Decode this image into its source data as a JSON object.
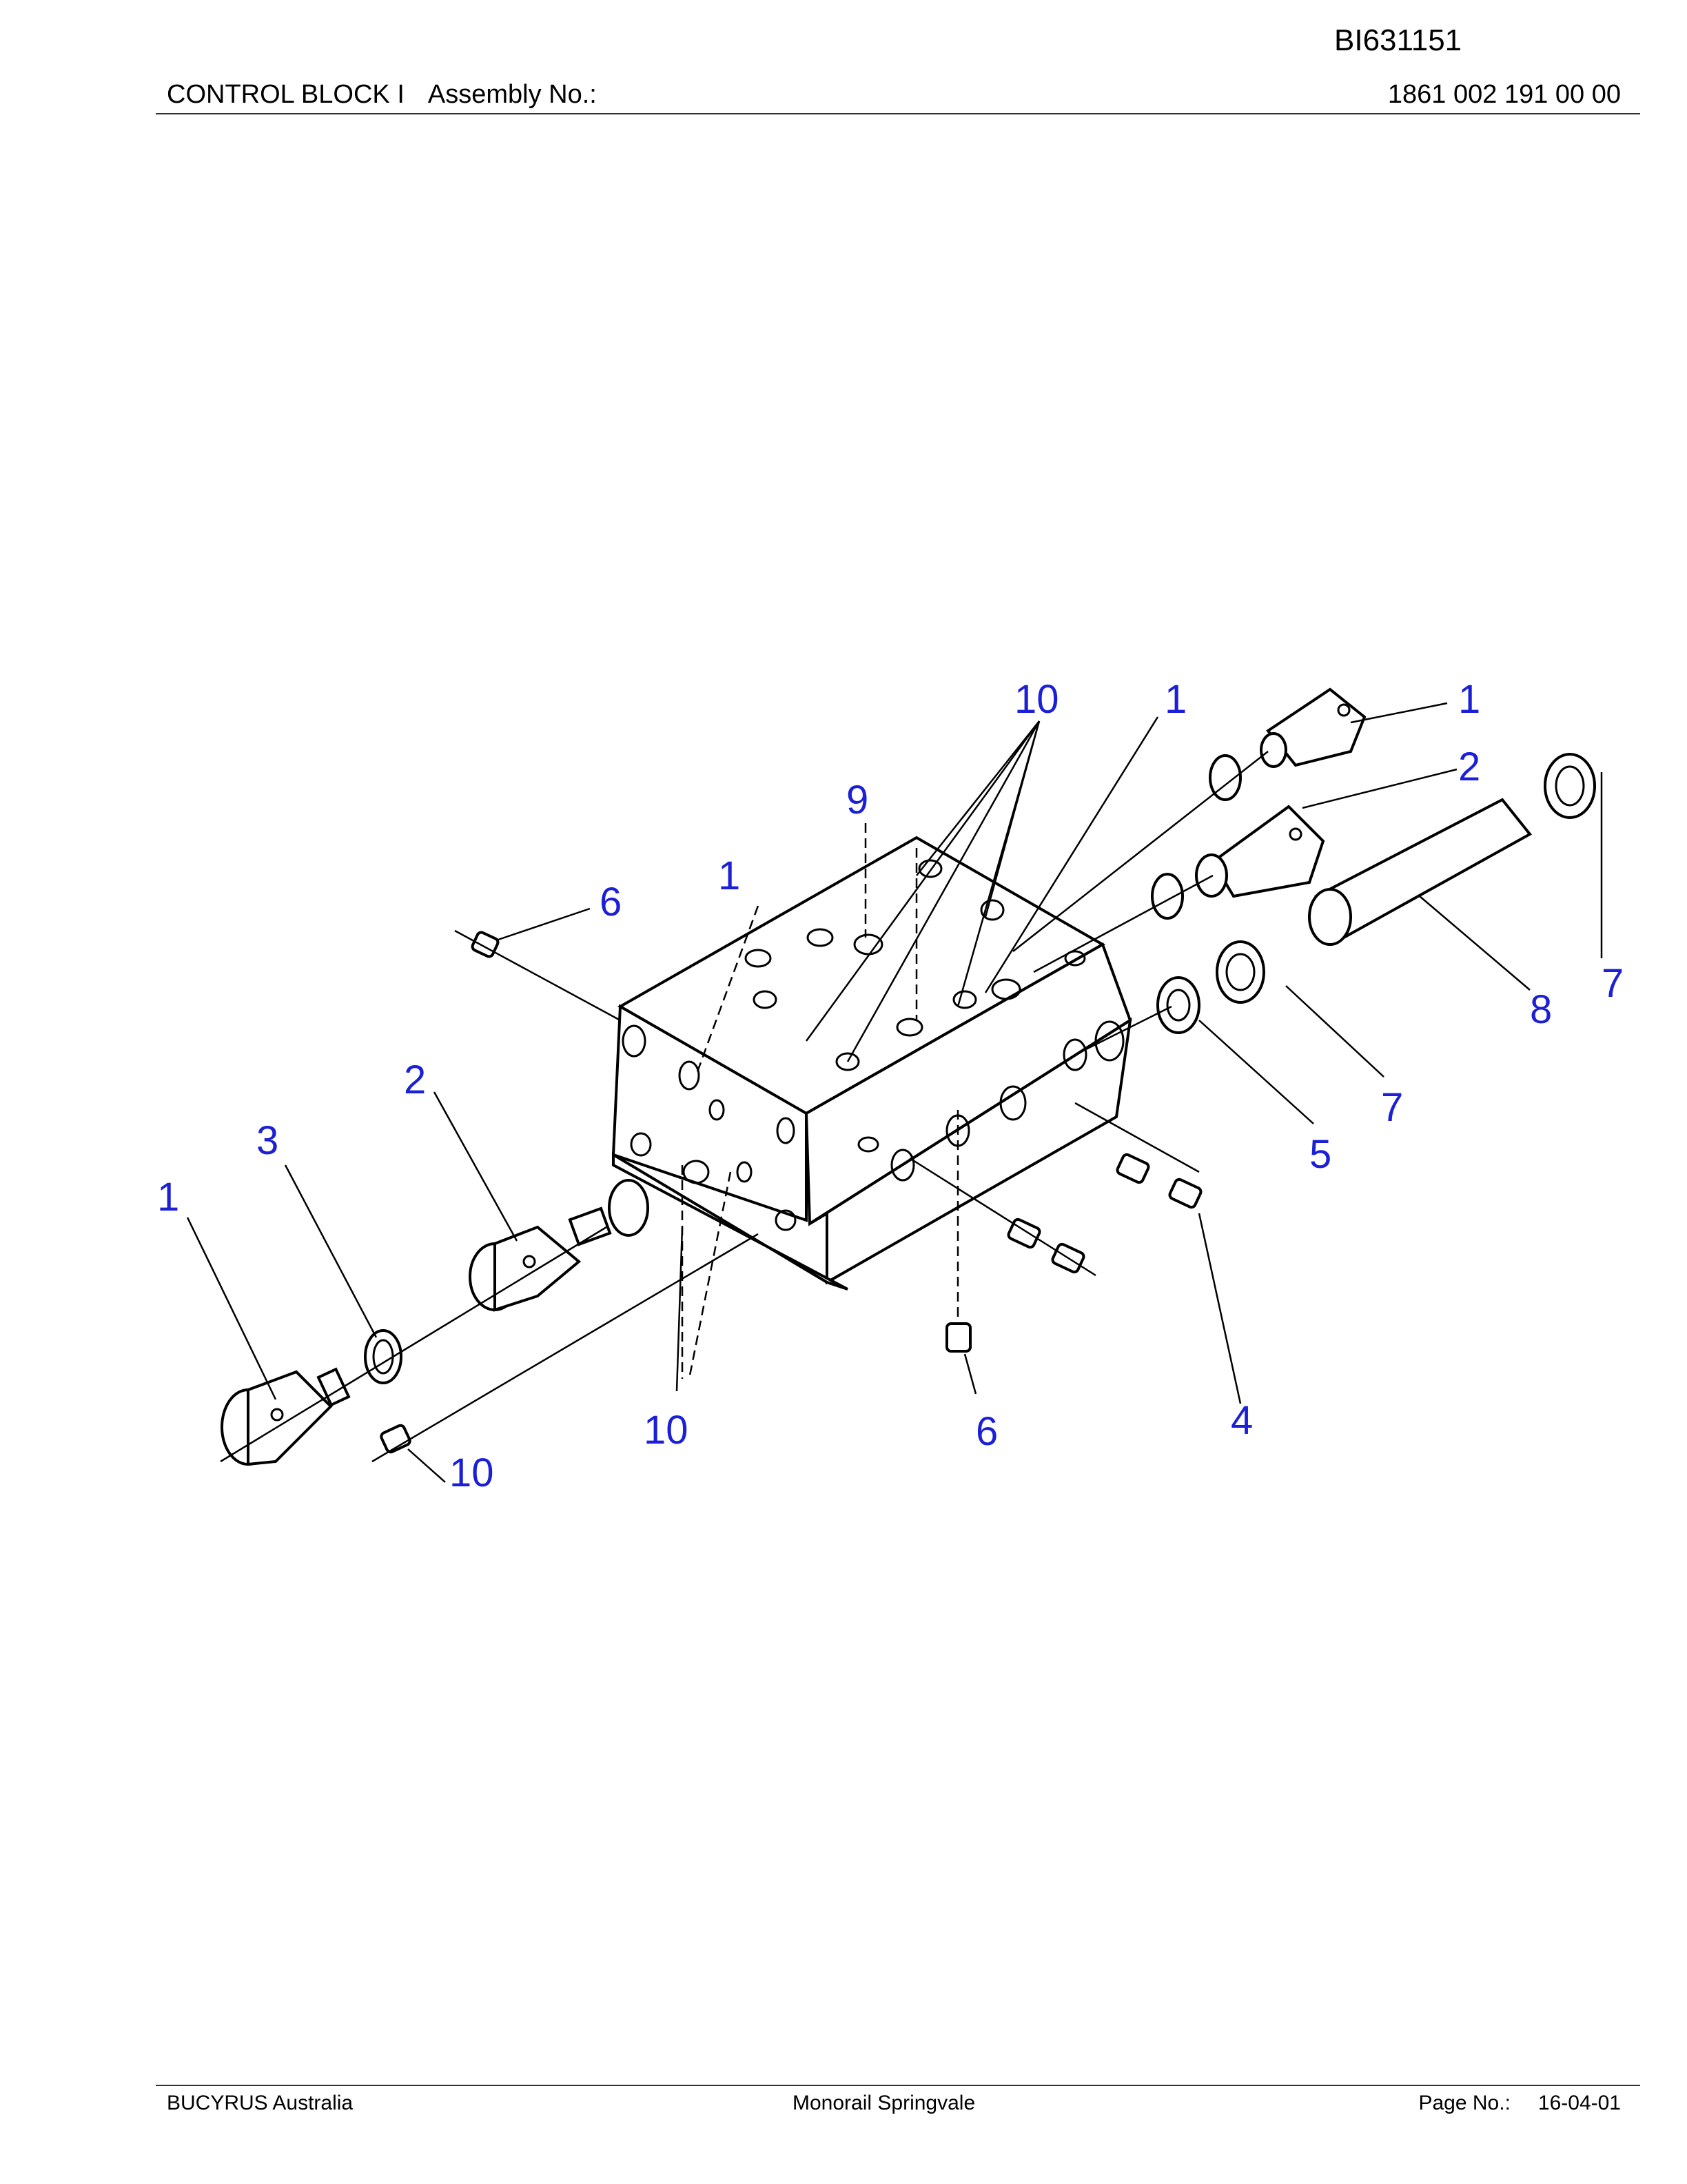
{
  "header": {
    "doc_id": "BI631151",
    "title": "CONTROL BLOCK I",
    "assembly_label": "Assembly No.:",
    "assembly_number": "1861 002 191 00 00"
  },
  "callouts": [
    {
      "label": "10"
    },
    {
      "label": "1"
    },
    {
      "label": "1"
    },
    {
      "label": "2"
    },
    {
      "label": "9"
    },
    {
      "label": "1"
    },
    {
      "label": "6"
    },
    {
      "label": "7"
    },
    {
      "label": "8"
    },
    {
      "label": "7"
    },
    {
      "label": "5"
    },
    {
      "label": "2"
    },
    {
      "label": "3"
    },
    {
      "label": "1"
    },
    {
      "label": "10"
    },
    {
      "label": "6"
    },
    {
      "label": "4"
    },
    {
      "label": "10"
    }
  ],
  "footer": {
    "company": "BUCYRUS Australia",
    "site": "Monorail Springvale",
    "page_label": "Page No.:",
    "page_number": "16-04-01"
  },
  "colors": {
    "callout": "#1b1fd6",
    "line": "#000000"
  }
}
